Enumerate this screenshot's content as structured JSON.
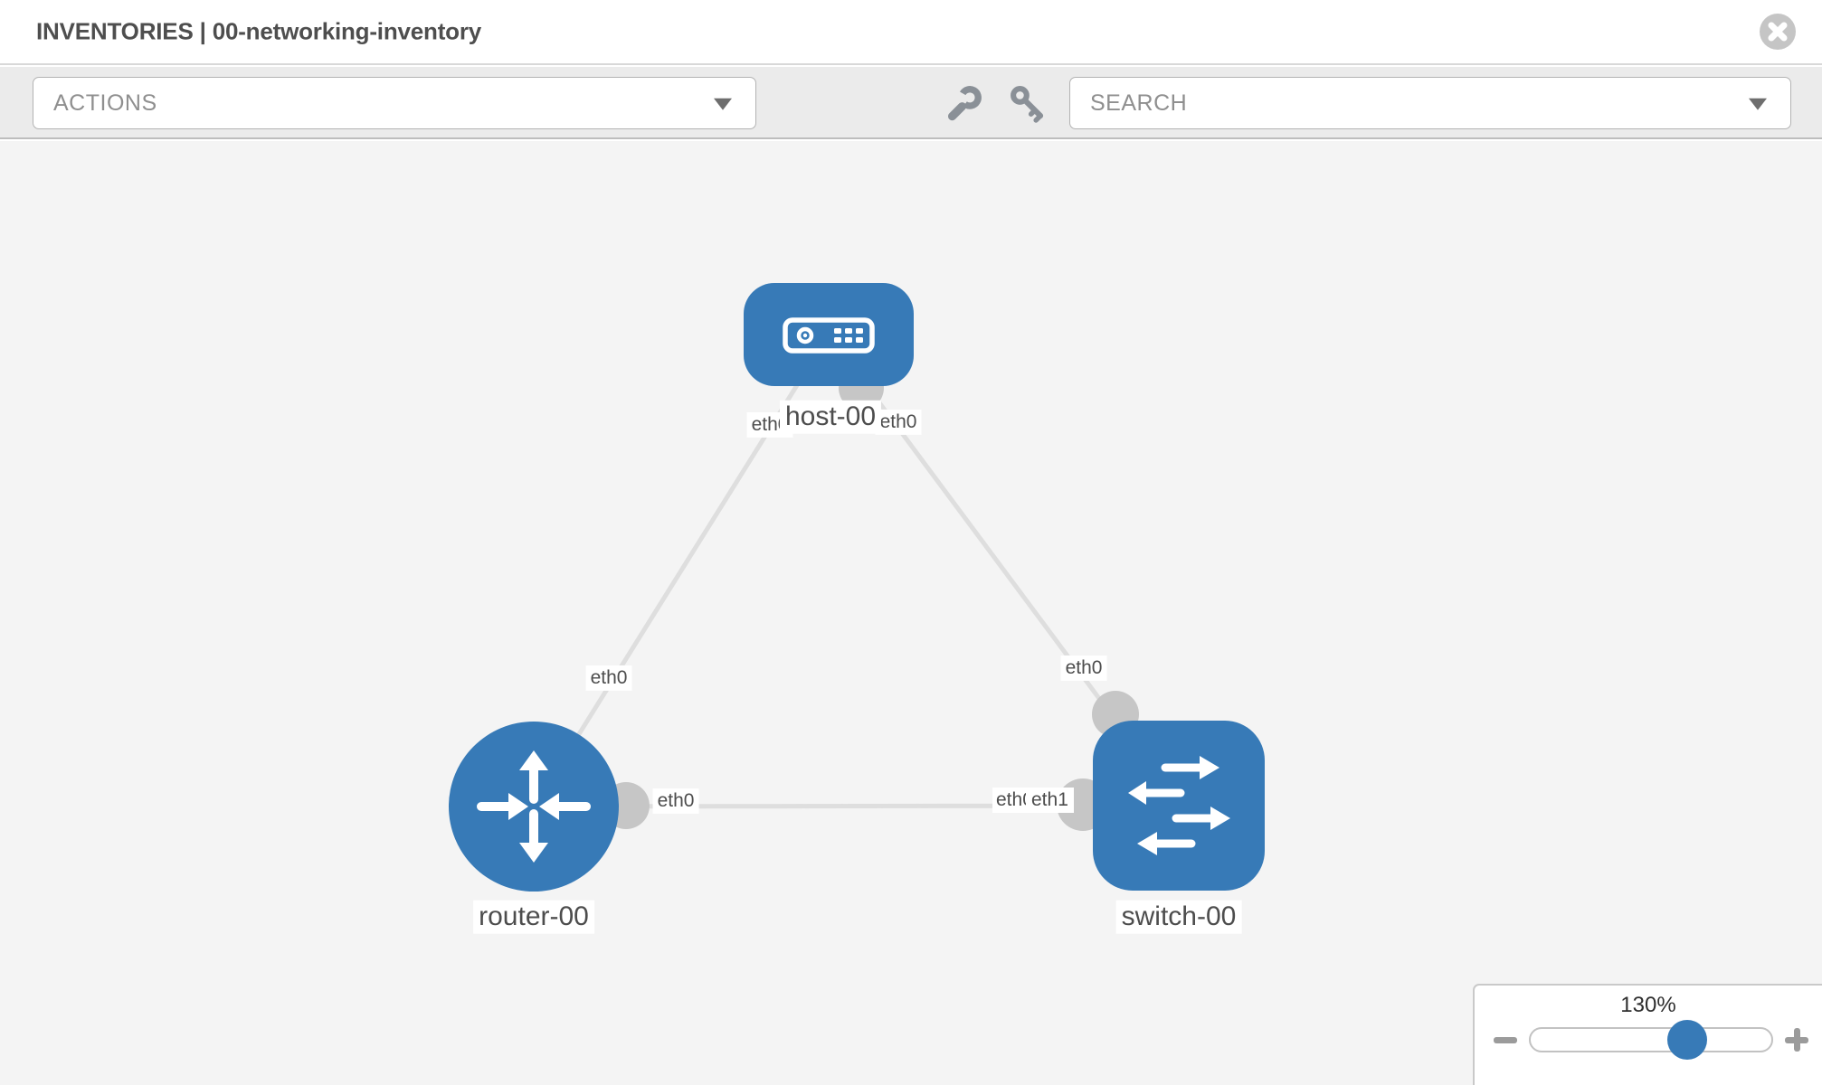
{
  "header": {
    "title": "INVENTORIES | 00-networking-inventory"
  },
  "toolbar": {
    "actions_dropdown": {
      "value": "ACTIONS"
    },
    "search_dropdown": {
      "value": "SEARCH"
    },
    "icons": [
      "wrench-icon",
      "key-icon"
    ]
  },
  "topology": {
    "nodes": [
      {
        "id": "host-00",
        "type": "host",
        "label": "host-00"
      },
      {
        "id": "router-00",
        "type": "router",
        "label": "router-00"
      },
      {
        "id": "switch-00",
        "type": "switch",
        "label": "switch-00"
      }
    ],
    "links": [
      {
        "from": "host-00",
        "from_if": "eth0",
        "to": "router-00",
        "to_if": "eth0"
      },
      {
        "from": "host-00",
        "from_if": "eth0",
        "to": "switch-00",
        "to_if": "eth0"
      },
      {
        "from": "router-00",
        "from_if": "eth0",
        "to": "switch-00",
        "to_if": "eth1",
        "to_if_overlapped": "eth0"
      }
    ]
  },
  "zoom_control": {
    "level": "130%"
  },
  "colors": {
    "node_blue": "#377ab7",
    "port_gray": "#c6c6c6",
    "link_gray": "#dedede",
    "canvas_bg": "#f4f4f4",
    "toolbar_bg": "#ebebeb",
    "title_text": "#4e4e4e"
  }
}
